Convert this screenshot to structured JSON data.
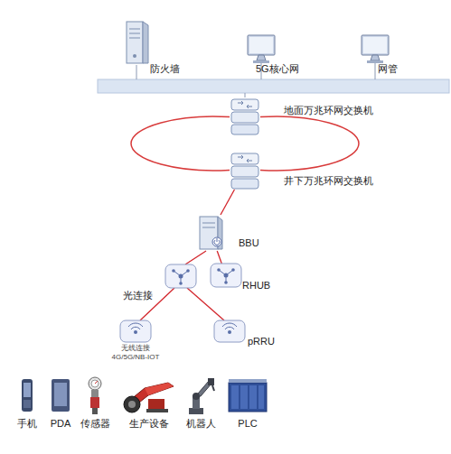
{
  "diagram": {
    "nodes": [
      {
        "text": [
          "防火墙"
        ]
      },
      {
        "text": [
          "5G核心网"
        ]
      },
      {
        "text": [
          "网管"
        ]
      },
      {
        "text": [
          "地面万兆环网交换机"
        ]
      },
      {
        "text": [
          "井下万兆环网交换机"
        ]
      },
      {
        "text": [
          "BBU"
        ]
      },
      {
        "text": [
          "RHUB"
        ]
      },
      {
        "text": [
          "pRRU"
        ]
      },
      {
        "text": [
          "手机"
        ]
      },
      {
        "text": [
          "PDA"
        ]
      },
      {
        "text": [
          "传感器"
        ]
      },
      {
        "text": [
          "生产设备"
        ]
      },
      {
        "text": [
          "机器人"
        ]
      },
      {
        "text": [
          "PLC"
        ]
      }
    ],
    "edges": [
      {
        "from": 3,
        "to": 4,
        "arrow": "none"
      },
      {
        "from": 3,
        "to": 4,
        "arrow": "none"
      },
      {
        "from": 4,
        "to": 5,
        "arrow": "none"
      },
      {
        "from": 5,
        "to": 6,
        "arrow": "none"
      }
    ],
    "labels": [
      "光连接",
      "无线连接 4G/5G/NB-IOT"
    ]
  }
}
